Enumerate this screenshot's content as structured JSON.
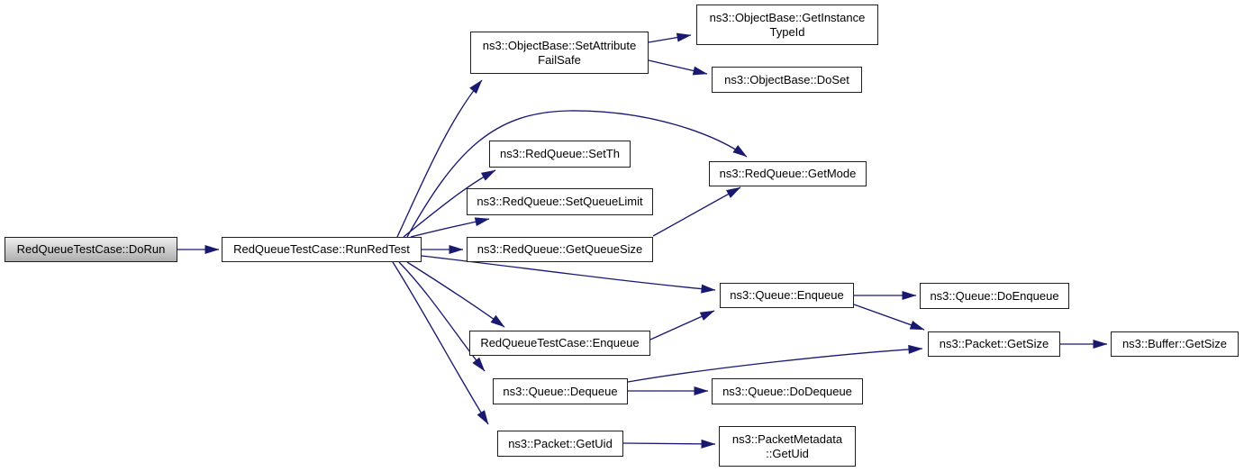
{
  "graph": {
    "type": "doxygen-call-graph",
    "colors": {
      "edge": "#191970",
      "node_border": "#1f1f1f",
      "node_fill": "#ffffff",
      "root_fill_start": "#ededed",
      "root_fill_end": "#aeaeae",
      "text": "#000000",
      "background": "#ffffff"
    },
    "nodes": [
      {
        "id": "dorun",
        "root": true,
        "lines": [
          "RedQueueTestCase::DoRun"
        ]
      },
      {
        "id": "runredtest",
        "root": false,
        "lines": [
          "RedQueueTestCase::RunRedTest"
        ]
      },
      {
        "id": "setattributefailsafe",
        "root": false,
        "lines": [
          "ns3::ObjectBase::SetAttribute",
          "FailSafe"
        ]
      },
      {
        "id": "getinstancetypeid",
        "root": false,
        "lines": [
          "ns3::ObjectBase::GetInstance",
          "TypeId"
        ]
      },
      {
        "id": "doset",
        "root": false,
        "lines": [
          "ns3::ObjectBase::DoSet"
        ]
      },
      {
        "id": "setth",
        "root": false,
        "lines": [
          "ns3::RedQueue::SetTh"
        ]
      },
      {
        "id": "getmode",
        "root": false,
        "lines": [
          "ns3::RedQueue::GetMode"
        ]
      },
      {
        "id": "setqueuelimit",
        "root": false,
        "lines": [
          "ns3::RedQueue::SetQueueLimit"
        ]
      },
      {
        "id": "getqueuesize",
        "root": false,
        "lines": [
          "ns3::RedQueue::GetQueueSize"
        ]
      },
      {
        "id": "queue-enqueue",
        "root": false,
        "lines": [
          "ns3::Queue::Enqueue"
        ]
      },
      {
        "id": "queue-doenqueue",
        "root": false,
        "lines": [
          "ns3::Queue::DoEnqueue"
        ]
      },
      {
        "id": "testcase-enqueue",
        "root": false,
        "lines": [
          "RedQueueTestCase::Enqueue"
        ]
      },
      {
        "id": "packet-getsize",
        "root": false,
        "lines": [
          "ns3::Packet::GetSize"
        ]
      },
      {
        "id": "buffer-getsize",
        "root": false,
        "lines": [
          "ns3::Buffer::GetSize"
        ]
      },
      {
        "id": "queue-dequeue",
        "root": false,
        "lines": [
          "ns3::Queue::Dequeue"
        ]
      },
      {
        "id": "queue-dodequeue",
        "root": false,
        "lines": [
          "ns3::Queue::DoDequeue"
        ]
      },
      {
        "id": "packet-getuid",
        "root": false,
        "lines": [
          "ns3::Packet::GetUid"
        ]
      },
      {
        "id": "packetmetadata-getuid",
        "root": false,
        "lines": [
          "ns3::PacketMetadata",
          "::GetUid"
        ]
      }
    ],
    "edges": [
      {
        "from": "dorun",
        "to": "runredtest"
      },
      {
        "from": "runredtest",
        "to": "setattributefailsafe"
      },
      {
        "from": "runredtest",
        "to": "getmode"
      },
      {
        "from": "runredtest",
        "to": "setth"
      },
      {
        "from": "runredtest",
        "to": "setqueuelimit"
      },
      {
        "from": "runredtest",
        "to": "getqueuesize"
      },
      {
        "from": "runredtest",
        "to": "queue-enqueue"
      },
      {
        "from": "runredtest",
        "to": "testcase-enqueue"
      },
      {
        "from": "runredtest",
        "to": "queue-dequeue"
      },
      {
        "from": "runredtest",
        "to": "packet-getuid"
      },
      {
        "from": "setattributefailsafe",
        "to": "getinstancetypeid"
      },
      {
        "from": "setattributefailsafe",
        "to": "doset"
      },
      {
        "from": "getqueuesize",
        "to": "getmode"
      },
      {
        "from": "queue-enqueue",
        "to": "queue-doenqueue"
      },
      {
        "from": "queue-enqueue",
        "to": "packet-getsize"
      },
      {
        "from": "testcase-enqueue",
        "to": "queue-enqueue"
      },
      {
        "from": "queue-dequeue",
        "to": "queue-dodequeue"
      },
      {
        "from": "queue-dequeue",
        "to": "packet-getsize"
      },
      {
        "from": "packet-getsize",
        "to": "buffer-getsize"
      },
      {
        "from": "packet-getuid",
        "to": "packetmetadata-getuid"
      }
    ]
  }
}
